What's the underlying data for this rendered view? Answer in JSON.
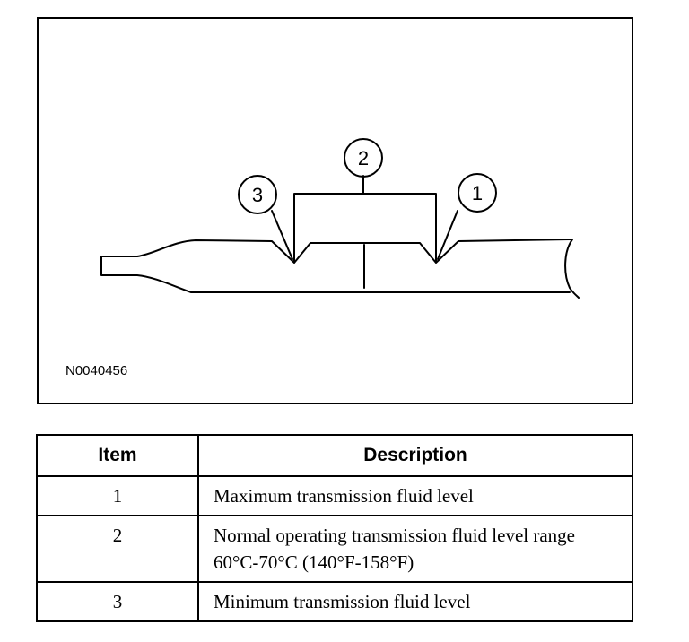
{
  "figure": {
    "id_label": "N0040456",
    "callouts": [
      "1",
      "2",
      "3"
    ]
  },
  "table": {
    "headers": {
      "item": "Item",
      "description": "Description"
    },
    "rows": [
      {
        "item": "1",
        "description": "Maximum transmission fluid level"
      },
      {
        "item": "2",
        "description": "Normal operating transmission fluid level range 60°C-70°C (140°F-158°F)"
      },
      {
        "item": "3",
        "description": "Minimum transmission fluid level"
      }
    ]
  },
  "colors": {
    "line": "#000000",
    "background": "#ffffff"
  }
}
